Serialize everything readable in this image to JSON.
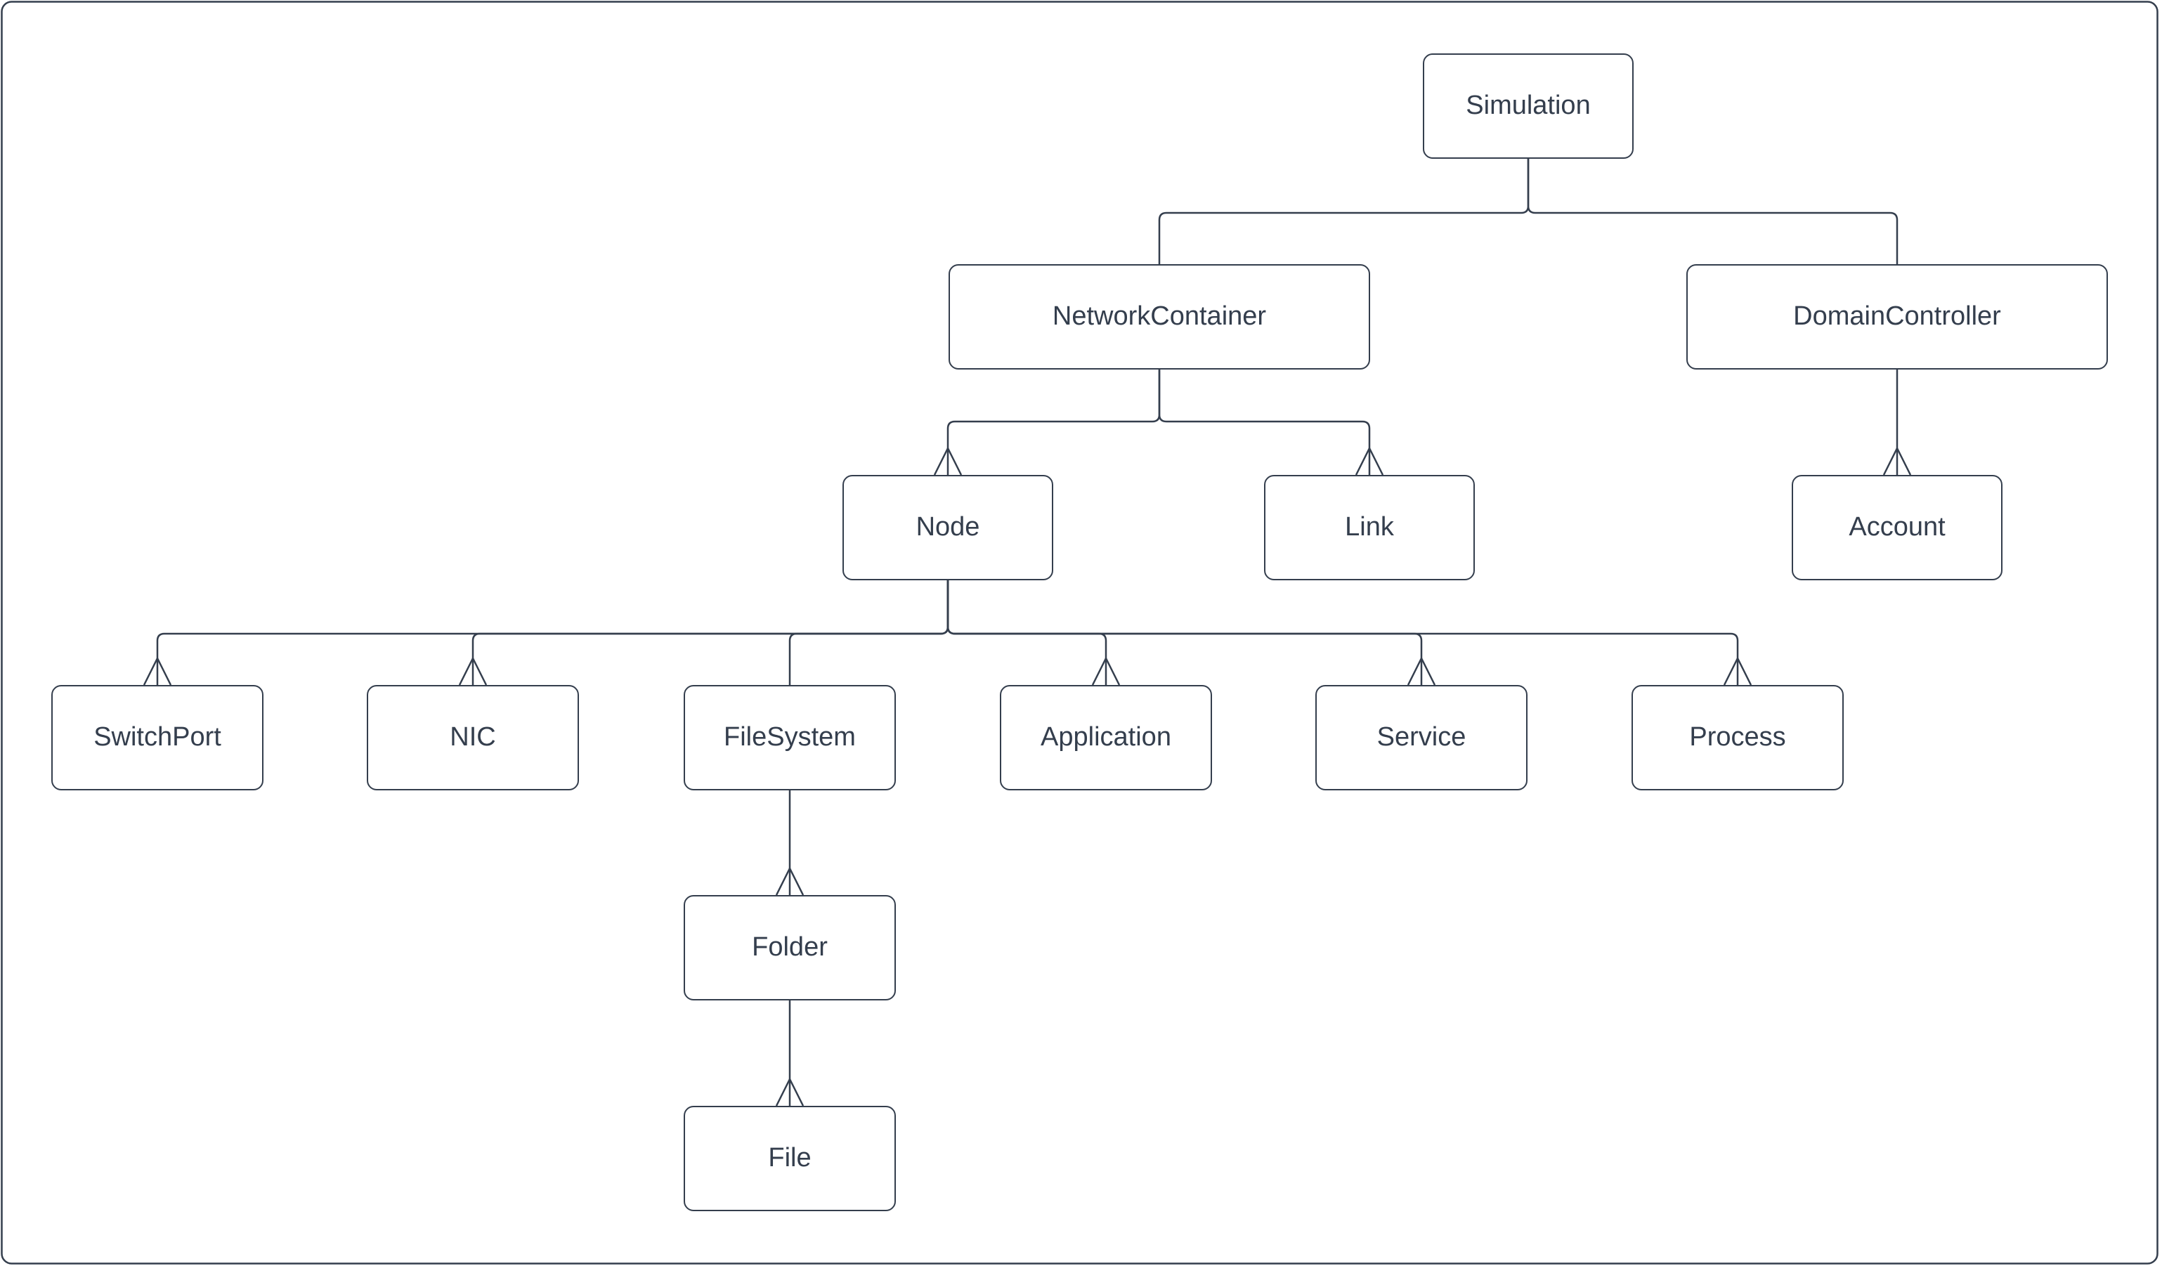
{
  "diagram": {
    "type": "tree",
    "description": "Class hierarchy diagram of a network simulation object model",
    "colors": {
      "stroke": "#343e4d",
      "text": "#343e4d",
      "background": "#ffffff"
    },
    "nodes": {
      "simulation": {
        "label": "Simulation"
      },
      "network_container": {
        "label": "NetworkContainer"
      },
      "domain_controller": {
        "label": "DomainController"
      },
      "node": {
        "label": "Node"
      },
      "link": {
        "label": "Link"
      },
      "account": {
        "label": "Account"
      },
      "switch_port": {
        "label": "SwitchPort"
      },
      "nic": {
        "label": "NIC"
      },
      "file_system": {
        "label": "FileSystem"
      },
      "application": {
        "label": "Application"
      },
      "service": {
        "label": "Service"
      },
      "process": {
        "label": "Process"
      },
      "folder": {
        "label": "Folder"
      },
      "file": {
        "label": "File"
      }
    },
    "edges": [
      {
        "from": "Simulation",
        "to": "NetworkContainer",
        "arrowhead": false
      },
      {
        "from": "Simulation",
        "to": "DomainController",
        "arrowhead": false
      },
      {
        "from": "NetworkContainer",
        "to": "Node",
        "arrowhead": true
      },
      {
        "from": "NetworkContainer",
        "to": "Link",
        "arrowhead": true
      },
      {
        "from": "DomainController",
        "to": "Account",
        "arrowhead": true
      },
      {
        "from": "Node",
        "to": "SwitchPort",
        "arrowhead": true
      },
      {
        "from": "Node",
        "to": "NIC",
        "arrowhead": true
      },
      {
        "from": "Node",
        "to": "FileSystem",
        "arrowhead": false
      },
      {
        "from": "Node",
        "to": "Application",
        "arrowhead": true
      },
      {
        "from": "Node",
        "to": "Service",
        "arrowhead": true
      },
      {
        "from": "Node",
        "to": "Process",
        "arrowhead": true
      },
      {
        "from": "FileSystem",
        "to": "Folder",
        "arrowhead": true
      },
      {
        "from": "Folder",
        "to": "File",
        "arrowhead": true
      }
    ],
    "hierarchy": {
      "root": "Simulation",
      "children": {
        "Simulation": [
          "NetworkContainer",
          "DomainController"
        ],
        "NetworkContainer": [
          "Node",
          "Link"
        ],
        "DomainController": [
          "Account"
        ],
        "Node": [
          "SwitchPort",
          "NIC",
          "FileSystem",
          "Application",
          "Service",
          "Process"
        ],
        "FileSystem": [
          "Folder"
        ],
        "Folder": [
          "File"
        ]
      }
    }
  }
}
